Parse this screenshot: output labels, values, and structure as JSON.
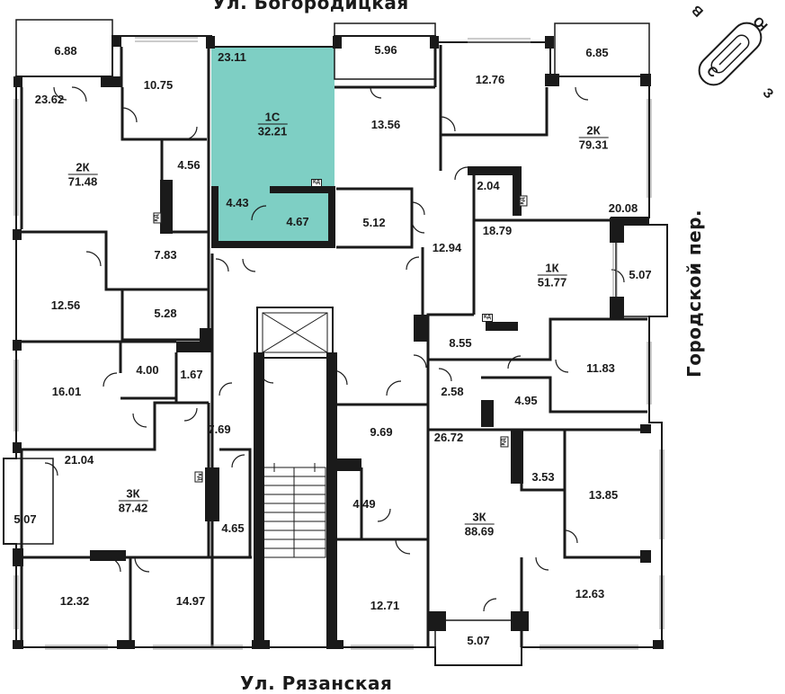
{
  "streets": {
    "top": "Ул. Богородицкая",
    "bottom": "Ул. Рязанская",
    "right": "Городской пер."
  },
  "compass": {
    "n": "С",
    "s": "Ю",
    "w": "З",
    "e": "В"
  },
  "highlight_color": "#7ecfc4",
  "apartments": {
    "a1c": {
      "num": "1С",
      "area": "32.21"
    },
    "a2k_left": {
      "num": "2К",
      "area": "71.48"
    },
    "a2k_right": {
      "num": "2К",
      "area": "79.31"
    },
    "a1k": {
      "num": "1К",
      "area": "51.77"
    },
    "a3k_left": {
      "num": "3К",
      "area": "87.42"
    },
    "a3k_right": {
      "num": "3К",
      "area": "88.69"
    }
  },
  "rooms": {
    "r_6_88": "6.88",
    "r_23_62": "23.62",
    "r_10_75": "10.75",
    "r_23_11": "23.11",
    "r_5_96": "5.96",
    "r_12_76": "12.76",
    "r_6_85": "6.85",
    "r_13_56": "13.56",
    "r_4_56": "4.56",
    "r_4_43": "4.43",
    "r_4_67": "4.67",
    "r_5_12": "5.12",
    "r_2_04": "2.04",
    "r_20_08": "20.08",
    "r_7_83": "7.83",
    "r_12_94": "12.94",
    "r_18_79": "18.79",
    "r_5_07_a": "5.07",
    "r_12_56": "12.56",
    "r_5_28": "5.28",
    "r_8_55": "8.55",
    "r_11_83": "11.83",
    "r_4_00": "4.00",
    "r_1_67": "1.67",
    "r_16_01": "16.01",
    "r_2_58": "2.58",
    "r_4_95": "4.95",
    "r_7_69": "7.69",
    "r_9_69": "9.69",
    "r_26_72": "26.72",
    "r_21_04": "21.04",
    "r_3_53": "3.53",
    "r_13_85": "13.85",
    "r_5_07_b": "5.07",
    "r_4_49": "4.49",
    "r_4_65": "4.65",
    "r_12_32": "12.32",
    "r_14_97": "14.97",
    "r_12_71": "12.71",
    "r_12_63": "12.63",
    "r_5_07_c": "5.07"
  },
  "kd_label": "КД"
}
